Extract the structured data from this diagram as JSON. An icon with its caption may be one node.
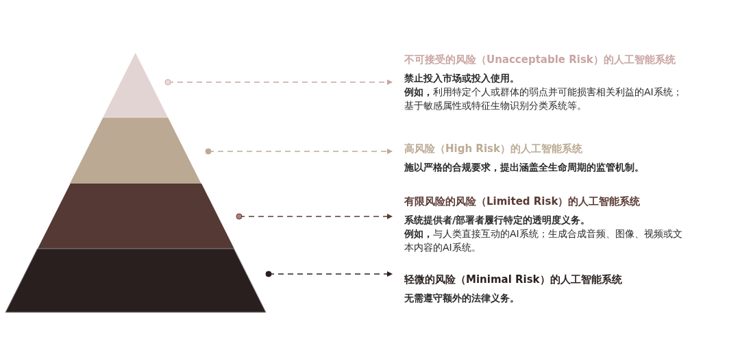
{
  "diagram": {
    "nodes": [
      {
        "text": [],
        "shape": "triangle"
      },
      {
        "text": [],
        "shape": "trapezoid"
      },
      {
        "text": [],
        "shape": "trapezoid"
      },
      {
        "text": [],
        "shape": "trapezoid"
      },
      {
        "text": [
          "不可接受的风险（Unacceptable Risk）的人工智能系统",
          "禁止投入市场或投入使用。",
          "**例如，**利用特定个人或群体的弱点并可能损害相关利益的AI系统；基于敏感属性或特征生物识别分类系统等。"
        ]
      },
      {
        "text": [
          "高风险（High Risk）的人工智能系统",
          "施以严格的合规要求，提出涵盖全生命周期的监管机制。"
        ]
      },
      {
        "text": [
          "有限风险的风险（Limited Risk）的人工智能系统",
          "系统提供者/部署者履行特定的透明度义务。",
          "**例如，**与人类直接互动的AI系统；生成合成音频、图像、视频或文本内容的AI系统。"
        ]
      },
      {
        "text": [
          "轻微的风险（Minimal Risk）的人工智能系统",
          "无需遵守额外的法律义务。"
        ]
      }
    ],
    "edges": [
      {
        "from": 0,
        "to": 4,
        "arrow": "to",
        "style": "dashed",
        "color": "#c9a5a3"
      },
      {
        "from": 1,
        "to": 5,
        "arrow": "to",
        "style": "dashed",
        "color": "#bcab95"
      },
      {
        "from": 2,
        "to": 6,
        "arrow": "to",
        "style": "dashed",
        "color": "#5a3a34"
      },
      {
        "from": 3,
        "to": 7,
        "arrow": "to",
        "style": "dashed",
        "color": "#2a1f1e"
      }
    ]
  }
}
